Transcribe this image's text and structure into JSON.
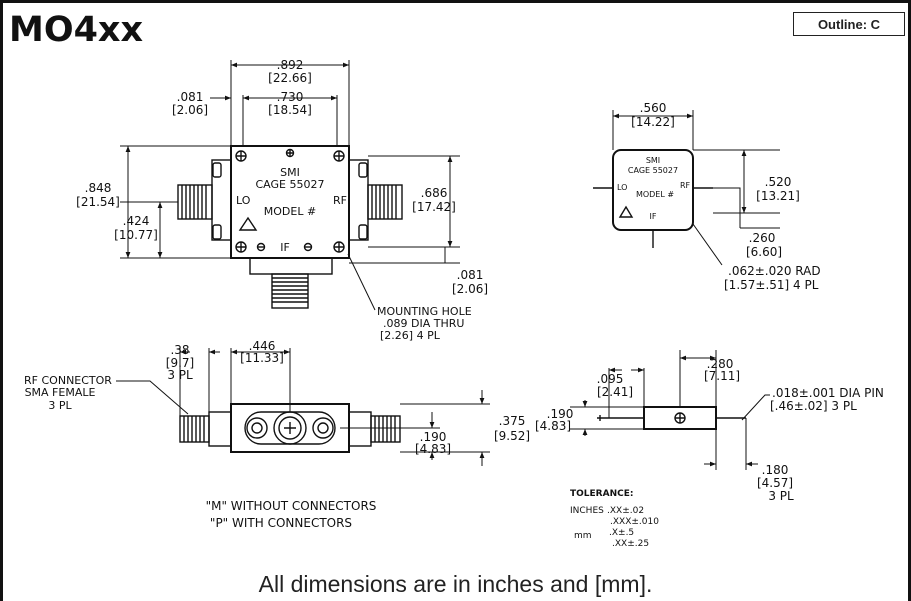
{
  "title": "MO4xx",
  "outline_label": "Outline: C",
  "footer": "All dimensions are in inches and [mm].",
  "top_view": {
    "dim_892": ".892",
    "dim_892_mm": "[22.66]",
    "dim_730": ".730",
    "dim_730_mm": "[18.54]",
    "dim_081a": ".081",
    "dim_081a_mm": "[2.06]",
    "dim_848": ".848",
    "dim_848_mm": "[21.54]",
    "dim_424": ".424",
    "dim_424_mm": "[10.77]",
    "dim_686": ".686",
    "dim_686_mm": "[17.42]",
    "dim_081b": ".081",
    "dim_081b_mm": "[2.06]",
    "smi": "SMI",
    "cage": "CAGE 55027",
    "lo": "LO",
    "rf": "RF",
    "model": "MODEL #",
    "if": "IF",
    "mounting_1": "MOUNTING HOLE",
    "mounting_2": ".089 DIA THRU",
    "mounting_3": "[2.26]  4 PL"
  },
  "small_view": {
    "dim_560": ".560",
    "dim_560_mm": "[14.22]",
    "dim_520": ".520",
    "dim_520_mm": "[13.21]",
    "dim_260": ".260",
    "dim_260_mm": "[6.60]",
    "rad_1": ".062±.020 RAD",
    "rad_2": "[1.57±.51] 4 PL",
    "smi": "SMI",
    "cage": "CAGE 55027",
    "lo": "LO",
    "rf": "RF",
    "model": "MODEL #",
    "if": "IF"
  },
  "side_view": {
    "dim_38": ".38",
    "dim_38_mm": "[9.7]",
    "dim_38_pl": "3 PL",
    "dim_446": ".446",
    "dim_446_mm": "[11.33]",
    "rf_conn_1": "RF CONNECTOR",
    "rf_conn_2": "SMA FEMALE",
    "rf_conn_3": "3 PL",
    "dim_375": ".375",
    "dim_375_mm": "[9.52]",
    "dim_190": ".190",
    "dim_190_mm": "[4.83]",
    "note_m": "\"M\"  WITHOUT CONNECTORS",
    "note_p": "\"P\"  WITH CONNECTORS"
  },
  "pin_view": {
    "dim_095": ".095",
    "dim_095_mm": "[2.41]",
    "dim_280": ".280",
    "dim_280_mm": "[7.11]",
    "dim_190": ".190",
    "dim_190_mm": "[4.83]",
    "pin_1": ".018±.001  DIA PIN",
    "pin_2": "[.46±.02]  3 PL",
    "dim_180": ".180",
    "dim_180_mm": "[4.57]",
    "dim_180_pl": "3 PL"
  },
  "tolerance": {
    "heading": "TOLERANCE:",
    "inches": "INCHES",
    "in_1": ".XX±.02",
    "in_2": ".XXX±.010",
    "mm": "mm",
    "mm_1": ".X±.5",
    "mm_2": ".XX±.25"
  }
}
